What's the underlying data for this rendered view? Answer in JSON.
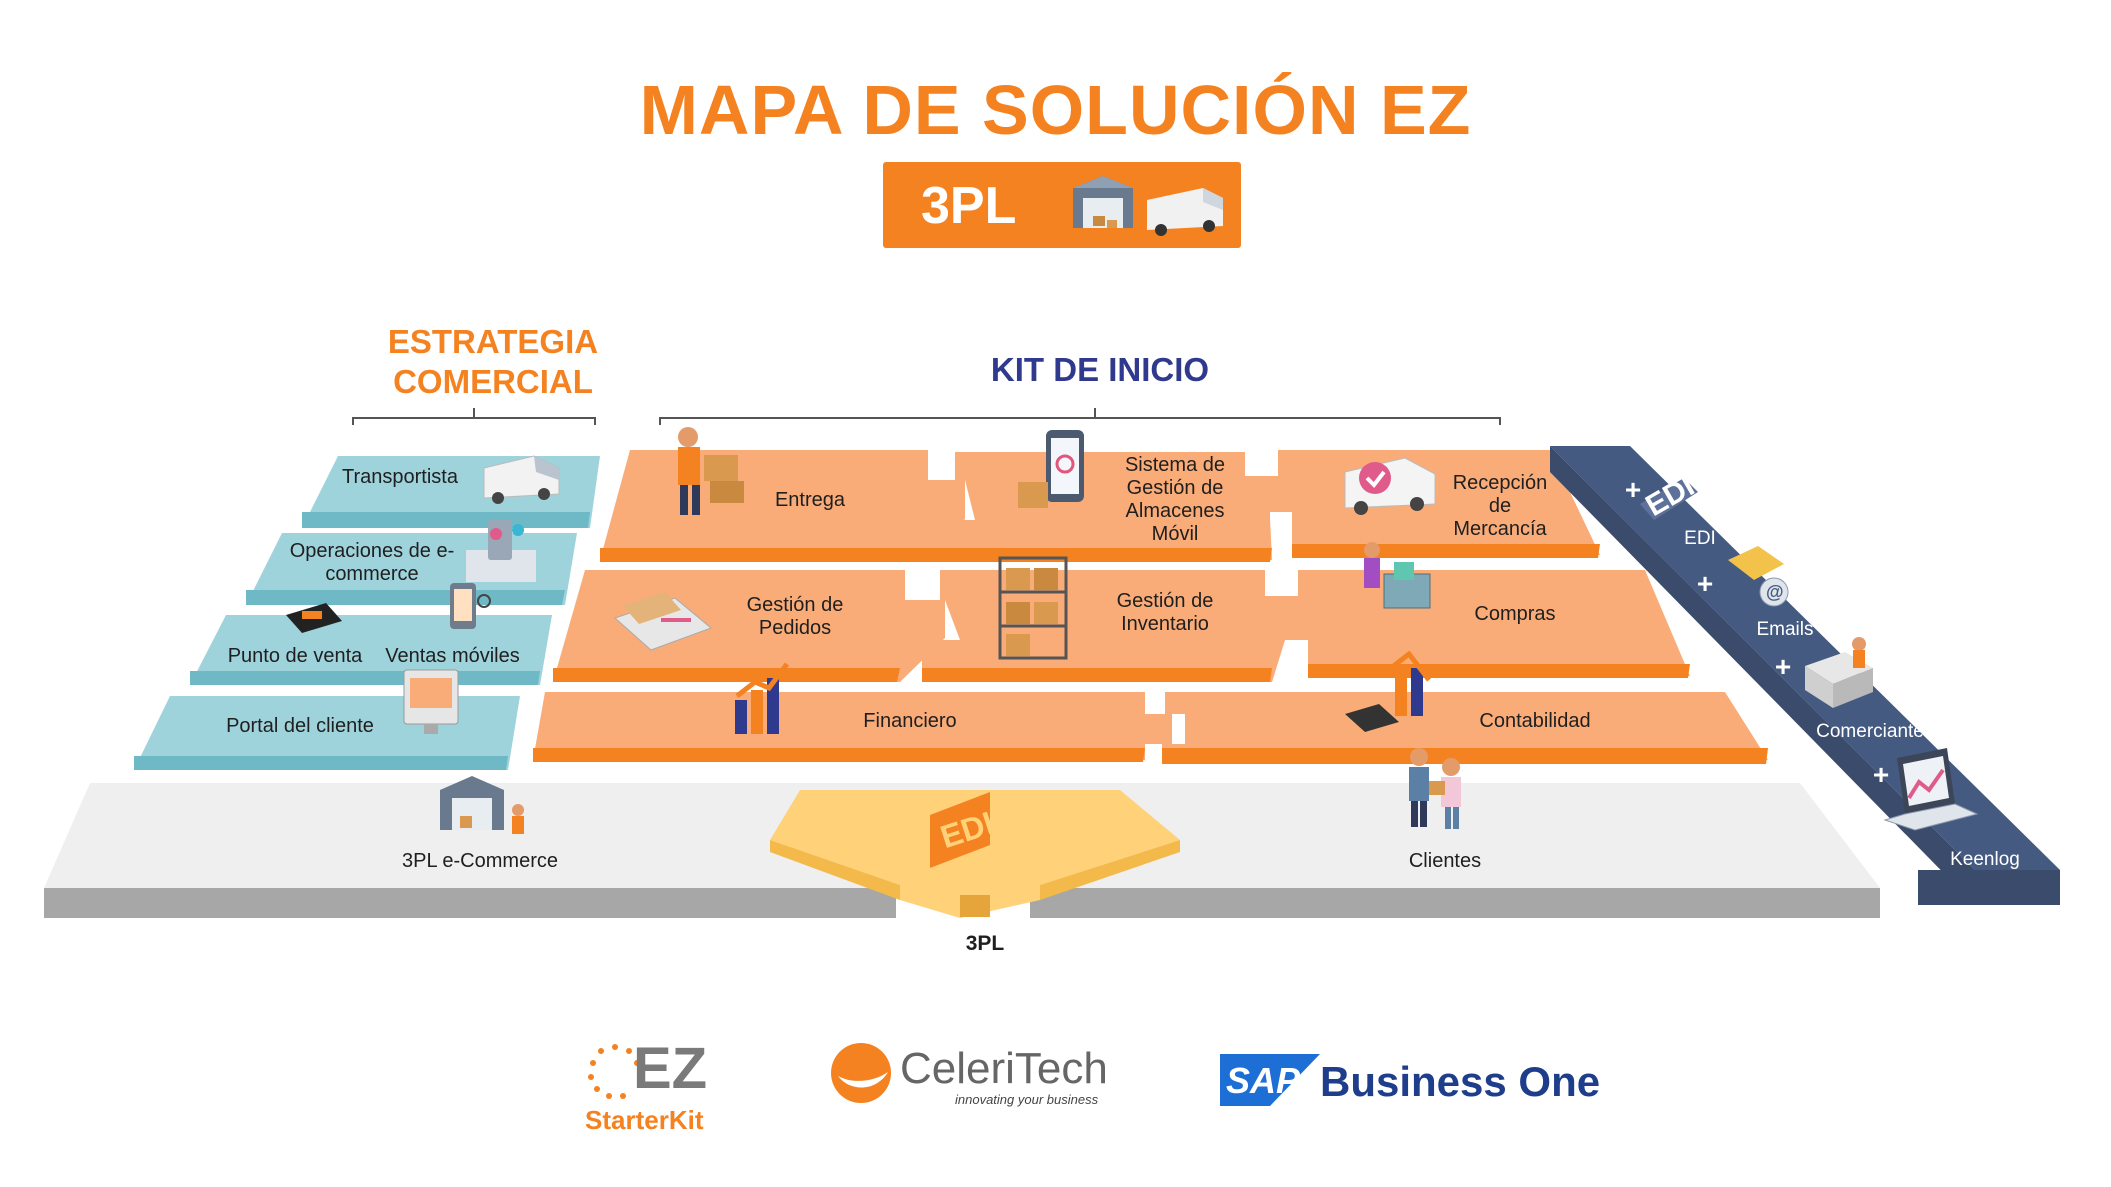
{
  "header": {
    "title": "MAPA DE SOLUCIÓN EZ",
    "badge_label": "3PL"
  },
  "sections": {
    "estrategia": "ESTRATEGIA COMERCIAL",
    "kit": "KIT DE INICIO"
  },
  "estrategia_items": [
    "Transportista",
    "Operaciones de e-commerce",
    "Punto de venta",
    "Ventas móviles",
    "Portal del cliente"
  ],
  "kit_items": [
    "Entrega",
    "Sistema de Gestión de Almacenes Móvil",
    "Recepción de Mercancía",
    "Gestión de Pedidos",
    "Gestión de Inventario",
    "Compras",
    "Financiero",
    "Contabilidad"
  ],
  "base": {
    "left_label": "3PL e-Commerce",
    "right_label": "Clientes",
    "center_label": "3PL",
    "center_icon_text": "EDI"
  },
  "addons": {
    "items": [
      "EDI",
      "Emails",
      "Comerciante",
      "Keenlog"
    ],
    "plus": "+",
    "edi_icon_text": "EDI"
  },
  "logos": {
    "ez_big": "EZ",
    "ez_small": "StarterKit",
    "celeritech_name": "CeleriTech",
    "celeritech_tagline": "innovating your business",
    "sap": "SAP",
    "sap_product": "Business One"
  },
  "colors": {
    "orange": "#f58220",
    "peach": "#f9ac78",
    "teal": "#9fd3dc",
    "navy": "#455a80",
    "yellow": "#ffd27a",
    "kit_blue": "#2f3a8f"
  }
}
